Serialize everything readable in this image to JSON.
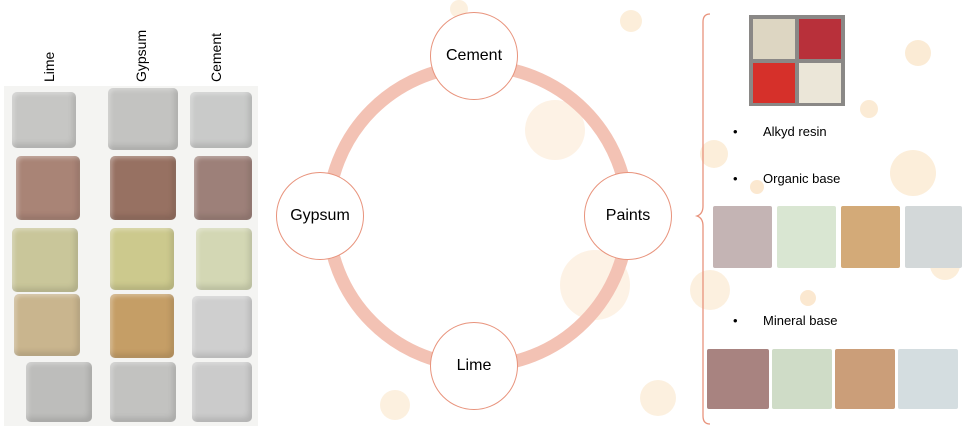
{
  "sample_columns": [
    "Lime",
    "Gypsum",
    "Cement"
  ],
  "cycle_nodes": {
    "top": "Cement",
    "right": "Paints",
    "bottom": "Lime",
    "left": "Gypsum"
  },
  "paint_types": [
    {
      "bullet": "•",
      "label": "Alkyd resin"
    },
    {
      "bullet": "•",
      "label": "Organic base"
    },
    {
      "bullet": "•",
      "label": "Mineral base"
    }
  ],
  "colors": {
    "ring": "#f3c2b4",
    "node_border": "#e8937c",
    "brace": "#e8937c",
    "cube_colors": [
      "#c6c6c4",
      "#a98476",
      "#c9c69a",
      "#c9b58e",
      "#bdbdbb"
    ]
  }
}
